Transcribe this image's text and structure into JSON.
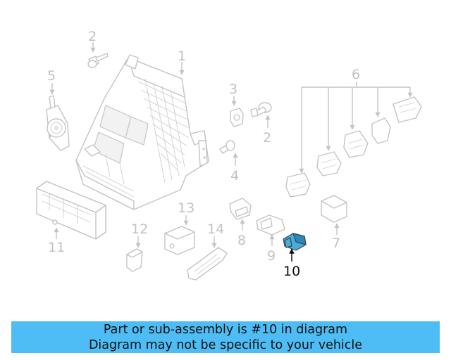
{
  "diagram": {
    "callouts": [
      "1",
      "2",
      "2",
      "3",
      "4",
      "5",
      "6",
      "7",
      "8",
      "9",
      "10",
      "11",
      "12",
      "13",
      "14"
    ],
    "highlighted_callout": "10",
    "highlight_color": "#4fa9d9"
  },
  "banner": {
    "line1": "Part or sub-assembly is #10 in diagram",
    "line2": "Diagram may not be specific to your vehicle",
    "color": "#4fbdf5"
  }
}
